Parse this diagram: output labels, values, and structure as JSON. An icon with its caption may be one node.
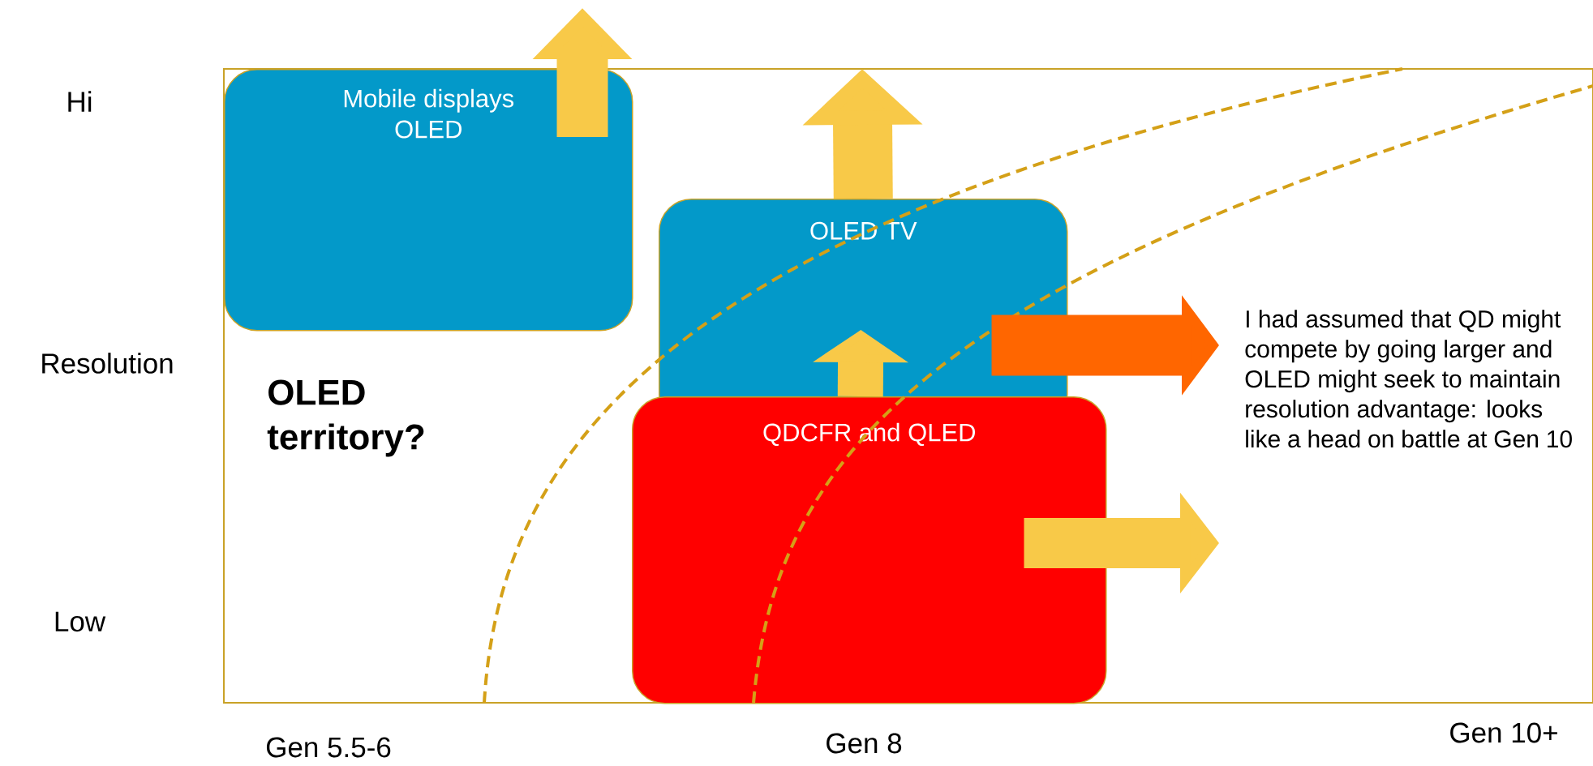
{
  "diagram": {
    "nodes": [
      {
        "text": [
          "Mobile displays OLED"
        ]
      },
      {
        "text": [
          "OLED TV"
        ]
      },
      {
        "text": [
          "QDCFR and QLED"
        ]
      },
      {
        "text": [
          "I had assumed that QD might compete by going larger and OLED might seek to maintain resolution advantage: looks like a head on battle at Gen 10"
        ]
      }
    ],
    "edges": [
      {
        "from": 0,
        "to": null,
        "arrow": "to"
      },
      {
        "from": 1,
        "to": null,
        "arrow": "to"
      },
      {
        "from": 2,
        "to": 1,
        "arrow": "to"
      },
      {
        "from": 1,
        "to": 3,
        "arrow": "to",
        "color": "#ff6600"
      },
      {
        "from": 2,
        "to": 3,
        "arrow": "to"
      }
    ],
    "labels": [
      "Hi",
      "Resolution",
      "OLED territory?",
      "Low",
      "Gen 5.5-6",
      "Gen 8",
      "Gen 10+"
    ]
  }
}
